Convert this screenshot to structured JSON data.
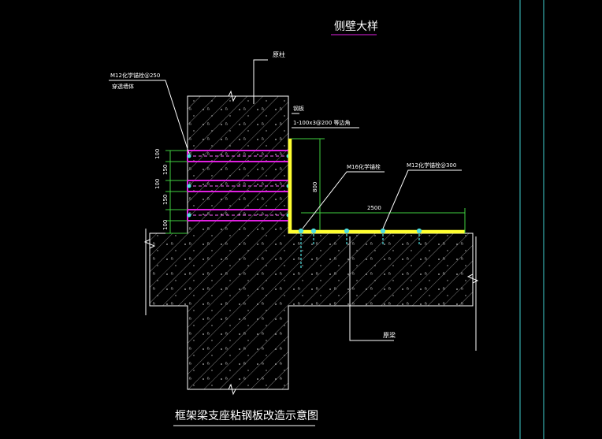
{
  "drawing": {
    "title_top": "侧壁大样",
    "title_bottom": "框架梁支座粘钢板改造示意图",
    "labels": {
      "column": "原柱",
      "beam": "原梁",
      "anchor_left_line1": "M12化学锚栓@250",
      "anchor_left_line2": "穿透墙体",
      "plate_line1": "钢板",
      "plate_line2": "1-100x3@200 等边角",
      "bolt_m16": "M16化学锚栓",
      "bolt_m12_right": "M12化学锚栓@300"
    },
    "dimensions": {
      "left_stack": [
        "100",
        "150",
        "100",
        "150",
        "100"
      ],
      "vertical_800": "800",
      "horizontal_2500": "2500"
    }
  },
  "colors": {
    "background": "#000000",
    "line": "#ffffff",
    "magenta": "#e020e0",
    "yellow": "#ffff30",
    "cyan": "#50e0e0",
    "green": "#40d040"
  }
}
